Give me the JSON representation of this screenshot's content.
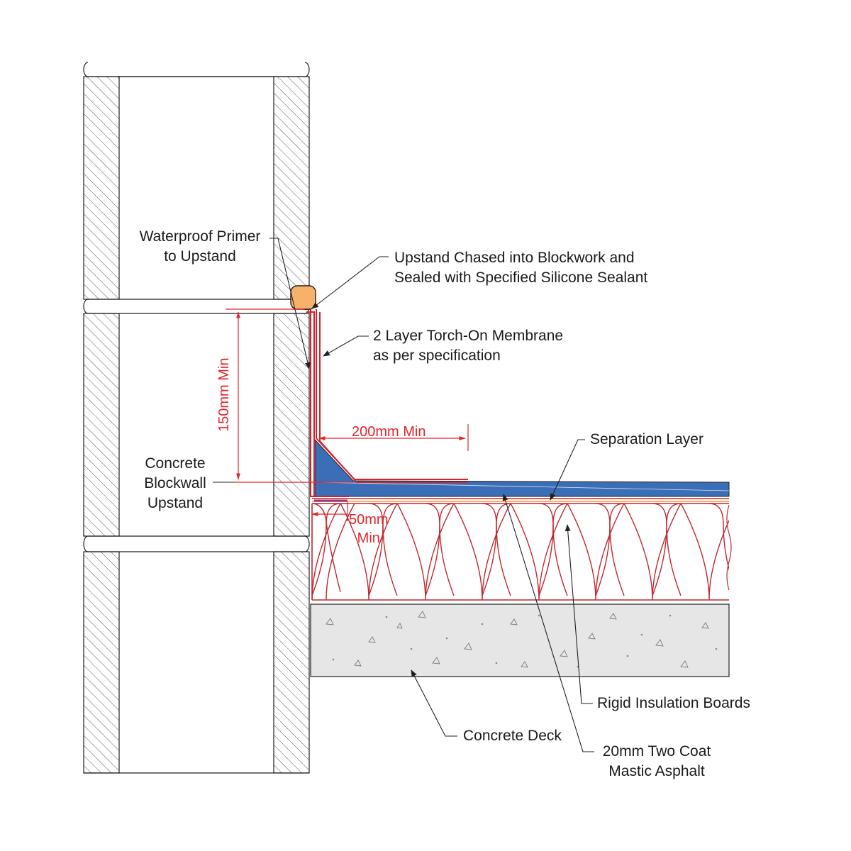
{
  "labels": {
    "primer": [
      "Waterproof Primer",
      "to Upstand"
    ],
    "chased": [
      "Upstand Chased into Blockwork and",
      "Sealed with Specified Silicone Sealant"
    ],
    "membrane": [
      "2 Layer Torch-On Membrane",
      "as per specification"
    ],
    "separation": "Separation Layer",
    "blockwall": [
      "Concrete",
      "Blockwall",
      "Upstand"
    ],
    "insulation": "Rigid Insulation Boards",
    "deck": "Concrete Deck",
    "asphalt": [
      "20mm Two Coat",
      "Mastic Asphalt"
    ]
  },
  "dimensions": {
    "upstand_height": "150mm Min",
    "turn_width": "200mm Min",
    "fillet": [
      "50mm",
      "Min"
    ]
  },
  "colors": {
    "line": "#231f20",
    "membrane": "#d2232a",
    "dimension": "#e0242b",
    "asphalt": "#3a6fb7",
    "sealant": "#f6b26b",
    "concrete": "#e6e6e6",
    "insulation": "#c1272d",
    "primer": "#8e3b8f"
  }
}
